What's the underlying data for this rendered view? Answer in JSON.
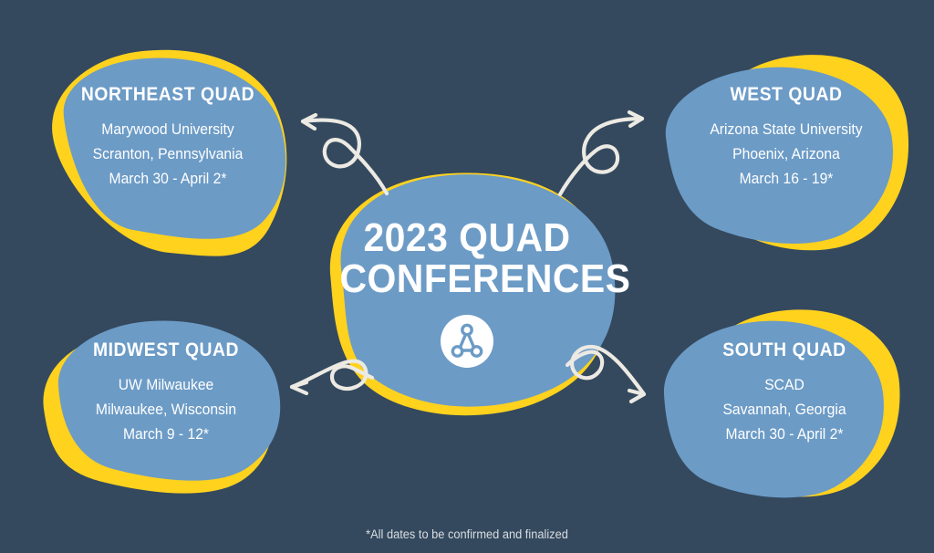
{
  "colors": {
    "background": "#34495e",
    "blob_blue": "#6c9bc6",
    "blob_yellow": "#ffd21e",
    "text_white": "#ffffff",
    "footnote_gray": "#d9dde2"
  },
  "center": {
    "title_line1": "2023 QUAD",
    "title_line2": "CONFERENCES",
    "logo_icon": "triangle-node-graph-icon"
  },
  "quads": [
    {
      "id": "northeast",
      "title": "NORTHEAST QUAD",
      "venue": "Marywood University",
      "location": "Scranton, Pennsylvania",
      "dates": "March 30 - April 2*"
    },
    {
      "id": "west",
      "title": "WEST QUAD",
      "venue": "Arizona State University",
      "location": "Phoenix, Arizona",
      "dates": "March 16 - 19*"
    },
    {
      "id": "midwest",
      "title": "MIDWEST QUAD",
      "venue": "UW Milwaukee",
      "location": "Milwaukee, Wisconsin",
      "dates": "March 9 - 12*"
    },
    {
      "id": "south",
      "title": "SOUTH QUAD",
      "venue": "SCAD",
      "location": "Savannah, Georgia",
      "dates": "March 30 - April 2*"
    }
  ],
  "arrows": [
    {
      "id": "arrow-to-northeast",
      "direction": "left",
      "icon": "curly-arrow-left-icon"
    },
    {
      "id": "arrow-to-west",
      "direction": "right",
      "icon": "curly-arrow-right-icon"
    },
    {
      "id": "arrow-to-midwest",
      "direction": "left",
      "icon": "curly-arrow-left-icon"
    },
    {
      "id": "arrow-to-south",
      "direction": "right",
      "icon": "curly-arrow-right-icon"
    }
  ],
  "footnote": "*All dates to be confirmed and finalized"
}
